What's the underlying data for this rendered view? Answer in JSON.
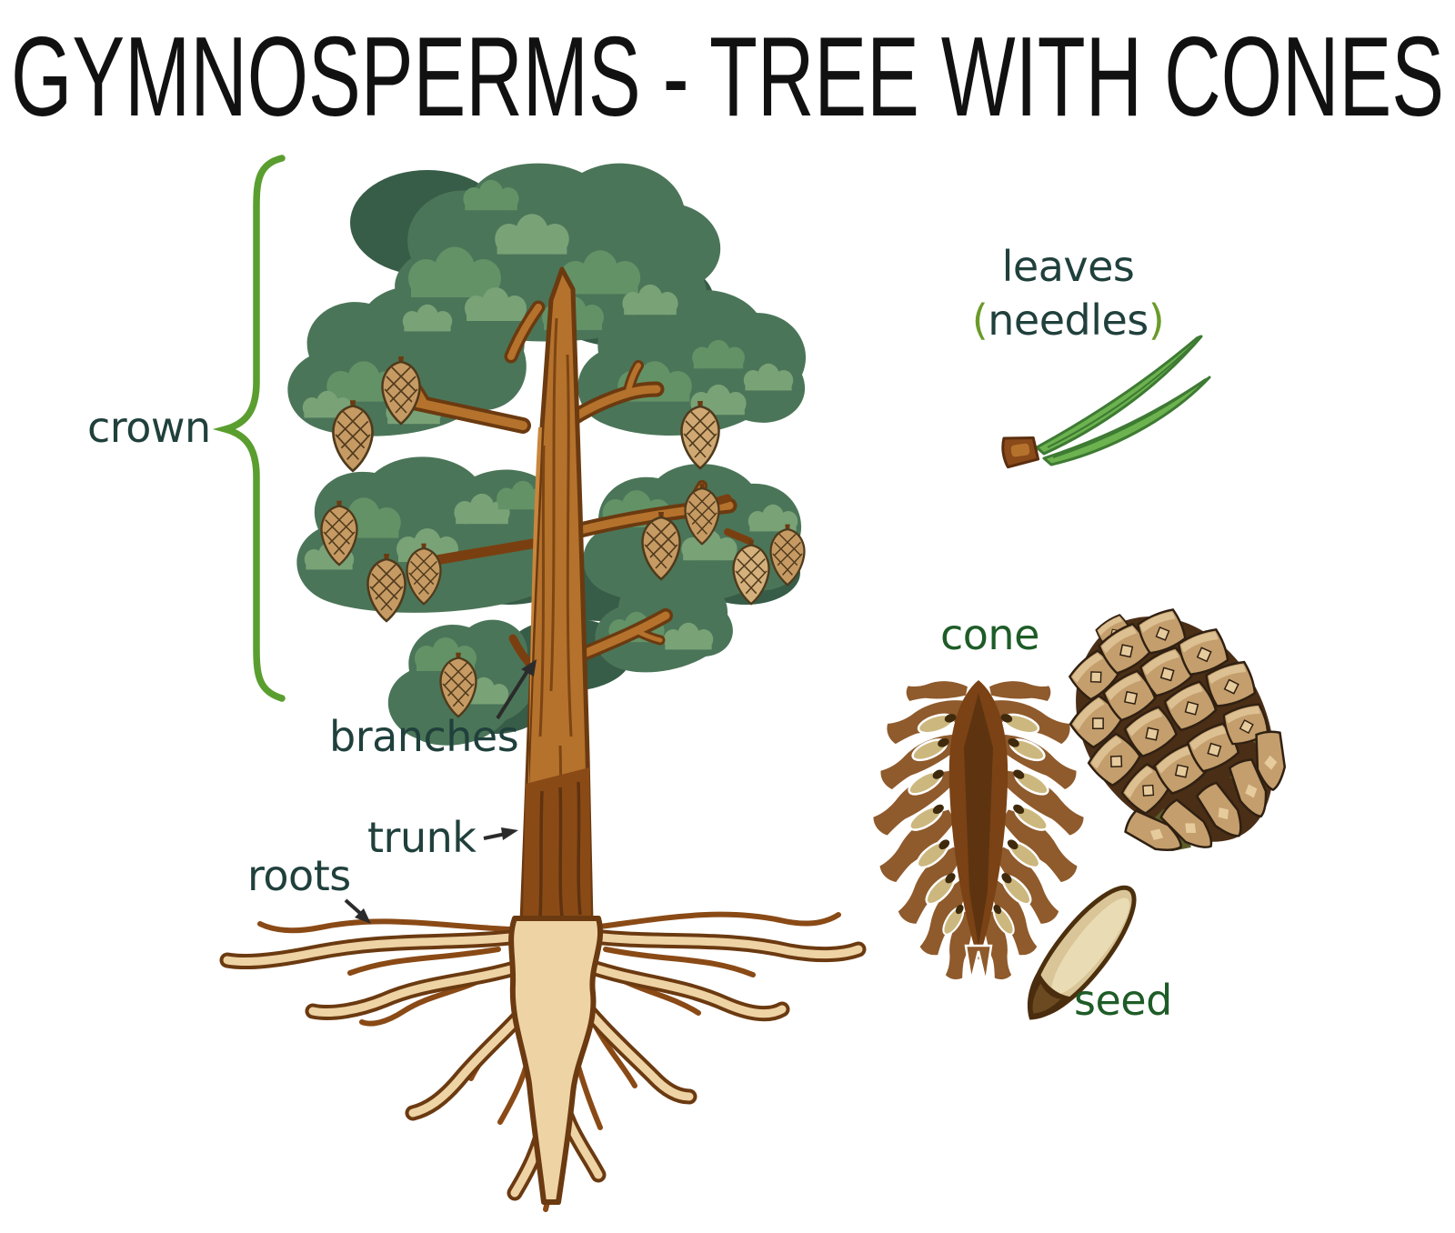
{
  "title": "GYMNOSPERMS - TREE WITH CONES",
  "labels": {
    "crown": "crown",
    "branches": "branches",
    "trunk": "trunk",
    "roots": "roots",
    "leaves": {
      "name": "leaves",
      "paren_open": "(",
      "alt_name": "needles",
      "paren_close": ")"
    },
    "cone": "cone",
    "seed": "seed"
  },
  "colors": {
    "title": "#111111",
    "label-teal": "#20403c",
    "label-green": "#1e5c27",
    "paren-green": "#6b9b2a",
    "brace-green": "#5a9e2f",
    "arrow": "#2b2b2b",
    "bg": "#ffffff"
  },
  "illustration": {
    "subject": "gymnosperm pine tree anatomy",
    "tree_parts": [
      "crown",
      "branches",
      "trunk",
      "roots"
    ],
    "detail_parts": [
      "leaves (needles)",
      "cone (longitudinal section and whole cone)",
      "seed"
    ],
    "palette": {
      "foliage_dark": "#375c47",
      "foliage_main": "#4b7558",
      "foliage_mid": "#639267",
      "foliage_light": "#79a277",
      "trunk": "#b5722c",
      "trunk_dark": "#8a4a16",
      "outline_brown": "#6b3a10",
      "root_cream": "#eed3a5",
      "cone_tan": "#c49e6c",
      "cone_scale_brown": "#8f5a2c",
      "seed_cream": "#d9c597",
      "needle_green": "#6cb24f"
    }
  }
}
